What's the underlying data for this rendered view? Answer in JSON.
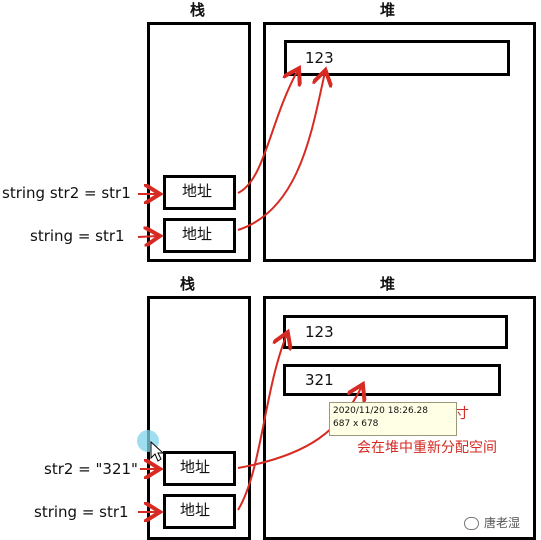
{
  "top": {
    "stack_title": "栈",
    "heap_title": "堆",
    "heap_value": "123",
    "var1_label": "string str2 = str1",
    "var2_label": "string = str1",
    "addr1": "地址",
    "addr2": "地址"
  },
  "bottom": {
    "stack_title": "栈",
    "heap_title": "堆",
    "heap_value1": "123",
    "heap_value2": "321",
    "var1_label": "str2 = \"321\"",
    "var2_label": "string = str1",
    "addr1": "地址",
    "addr2": "地址",
    "note_partial": "寸",
    "note": "会在堆中重新分配空间"
  },
  "tooltip": {
    "datetime": "2020/11/20 18:26.28",
    "size": "687 x 678"
  },
  "watermark": "唐老湿",
  "colors": {
    "arrow": "#d62a23",
    "line": "#000000"
  }
}
